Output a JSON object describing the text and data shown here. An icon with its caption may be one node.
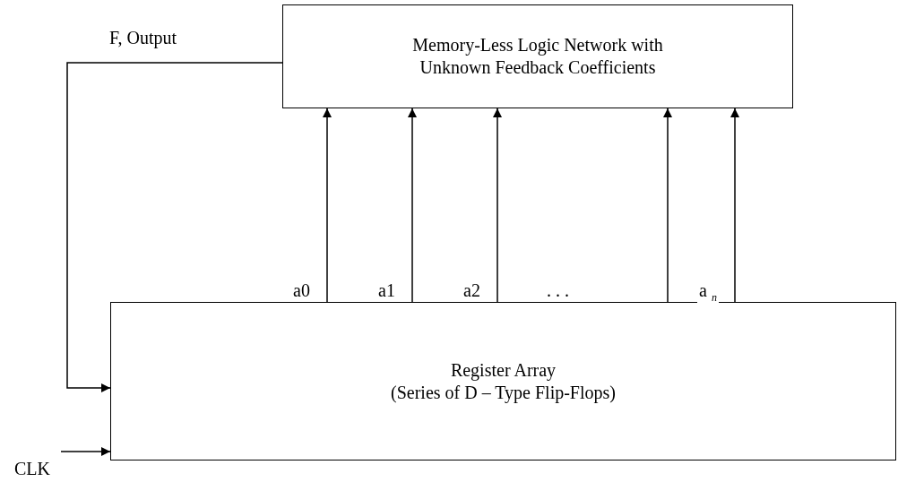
{
  "diagram": {
    "nodes": [
      {
        "text": [
          "Memory-Less Logic Network with Unknown Feedback Coefficients"
        ]
      },
      {
        "text": [
          "Register Array",
          "(Series of D – Type Flip-Flops)"
        ]
      },
      {
        "text": [
          "CLK"
        ]
      }
    ],
    "edges": [
      {
        "from": 0,
        "to": 1,
        "arrow": "to",
        "label": "F, Output"
      },
      {
        "from": 1,
        "to": 0,
        "arrow": "to",
        "label": "a0"
      },
      {
        "from": 1,
        "to": 0,
        "arrow": "to",
        "label": "a1"
      },
      {
        "from": 1,
        "to": 0,
        "arrow": "to",
        "label": "a2"
      },
      {
        "from": 1,
        "to": 0,
        "arrow": "to"
      },
      {
        "from": 1,
        "to": 0,
        "arrow": "to",
        "label": "a $_{n}$"
      },
      {
        "from": 2,
        "to": 1,
        "arrow": "to"
      }
    ],
    "labels": [
      ". . ."
    ]
  }
}
